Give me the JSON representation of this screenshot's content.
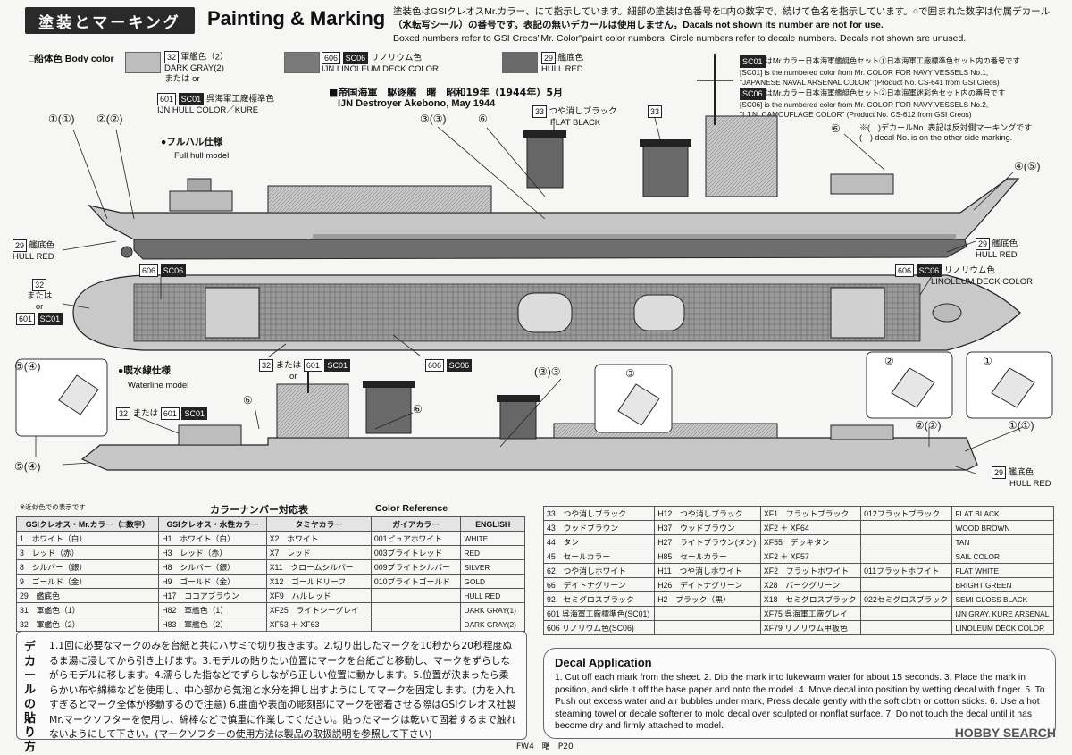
{
  "header": {
    "title_jp": "塗装とマーキング",
    "title_en": "Painting & Marking",
    "note_jp_1": "塗装色はGSIクレオスMr.カラー、にて指示しています。細部の塗装は色番号を□内の数字で、続けて色名を指示しています。○で囲まれた数字は付属デカール",
    "note_jp_2": "（水転写シール）の番号です。表記の無いデカールは使用しません。Dacals not shown its number are not for use.",
    "note_en": "Boxed numbers refer to GSI Creos\"Mr. Color\"paint color numbers. Circle numbers refer to decale numbers. Decals not shown are unused."
  },
  "legend": {
    "body_color": "□船体色 Body color",
    "gray_num": "32",
    "gray_jp": "軍艦色（2）",
    "gray_en": "DARK GRAY(2)",
    "or_jp": "または",
    "or_en": "or",
    "kure_num": "601",
    "kure_sc": "SC01",
    "kure_label": "呉海軍工廠標準色",
    "kure_en": "IJN HULL COLOR／KURE",
    "lino_num": "606",
    "lino_sc": "SC06",
    "lino_jp": "リノリウム色",
    "lino_en": "IJN LINOLEUM DECK COLOR",
    "red_num": "29",
    "red_jp": "艦底色",
    "red_en": "HULL RED",
    "ship_jp": "■帝国海軍　駆逐艦　曙　昭和19年（1944年）5月",
    "ship_en": "IJN Destroyer Akebono, May 1944",
    "sc01_jp": "はMr.カラー日本海軍艦艇色セット①日本海軍工廠標準色セット内の番号です",
    "sc01_en_1": "[SC01] is the numbered color from Mr. COLOR FOR NAVY VESSELS No.1,",
    "sc01_en_2": "\"JAPANESE NAVAL ARSENAL COLOR\" (Product No. CS-641 from GSI Creos)",
    "sc06_jp": "はMr.カラー日本海軍艦艇色セット②日本海軍迷彩色セット内の番号です",
    "sc06_en_1": "[SC06] is the numbered color from Mr. COLOR FOR NAVY VESSELS No.2,",
    "sc06_en_2": "\"I.J.N. CAMOUFLAGE COLOR\" (Product No. CS-612 from GSI Creos)",
    "decal_note_jp": "※(　)デカールNo. 表記は反対側マーキングです",
    "decal_note_en": "(　) decal No. is on the other side marking."
  },
  "drawings": {
    "full_hull_jp": "●フルハル仕様",
    "full_hull_en": "Full hull model",
    "waterline_jp": "●喫水線仕様",
    "waterline_en": "Waterline model",
    "flat_black_num": "33",
    "flat_black_jp": "つや消しブラック",
    "flat_black_en": "FLAT BLACK",
    "decal_1": "①(①)",
    "decal_2": "②(②)",
    "decal_3": "③(③)",
    "decal_6": "⑥",
    "decal_4": "④(⑤)",
    "decal_5": "⑤(④)",
    "decal_3b": "(③)③",
    "decal_2b": "②(②)",
    "decal_1b": "①(①)",
    "red_num": "29",
    "red_jp": "艦底色",
    "red_en": "HULL RED",
    "lino_num": "606",
    "lino_sc": "SC06",
    "lino_jp": "リノリウム色",
    "lino_en": "LINOLEUM DECK COLOR",
    "gray_num": "32",
    "or_jp": "または",
    "or_en": "or",
    "kure_num": "601",
    "kure_sc": "SC01",
    "inset_3": "③",
    "inset_2": "②",
    "inset_1": "①",
    "inset_5": "⑤(④)"
  },
  "left_table": {
    "note": "※近似色での表示です",
    "title_jp": "カラーナンバー対応表",
    "title_en": "Color Reference",
    "headers": [
      "GSIクレオス・Mr.カラー（□数字）",
      "GSIクレオス・水性カラー",
      "タミヤカラー",
      "ガイアカラー",
      "ENGLISH"
    ],
    "rows": [
      [
        "1　ホワイト（白）",
        "H1　ホワイト（白）",
        "X2　ホワイト",
        "001ピュアホワイト",
        "WHITE"
      ],
      [
        "3　レッド（赤）",
        "H3　レッド（赤）",
        "X7　レッド",
        "003ブライトレッド",
        "RED"
      ],
      [
        "8　シルバー（銀）",
        "H8　シルバー（銀）",
        "X11　クロームシルバー",
        "009ブライトシルバー",
        "SILVER"
      ],
      [
        "9　ゴールド（金）",
        "H9　ゴールド（金）",
        "X12　ゴールドリーフ",
        "010ブライトゴールド",
        "GOLD"
      ],
      [
        "29　艦底色",
        "H17　ココアブラウン",
        "XF9　ハルレッド",
        "",
        "HULL RED"
      ],
      [
        "31　軍艦色（1）",
        "H82　軍艦色（1）",
        "XF25　ライトシーグレイ",
        "",
        "DARK GRAY(1)"
      ],
      [
        "32　軍艦色（2）",
        "H83　軍艦色（2）",
        "XF53 ＋ XF63",
        "",
        "DARK GRAY(2)"
      ]
    ]
  },
  "right_table": {
    "rows": [
      [
        "33　つや消しブラック",
        "H12　つや消しブラック",
        "XF1　フラットブラック",
        "012フラットブラック",
        "FLAT BLACK"
      ],
      [
        "43　ウッドブラウン",
        "H37　ウッドブラウン",
        "XF2 ＋ XF64",
        "",
        "WOOD BROWN"
      ],
      [
        "44　タン",
        "H27　ライトブラウン(タン)",
        "XF55　デッキタン",
        "",
        "TAN"
      ],
      [
        "45　セールカラー",
        "H85　セールカラー",
        "XF2 ＋ XF57",
        "",
        "SAIL COLOR"
      ],
      [
        "62　つや消しホワイト",
        "H11　つや消しホワイト",
        "XF2　フラットホワイト",
        "011フラットホワイト",
        "FLAT WHITE"
      ],
      [
        "66　デイトナグリーン",
        "H26　デイトナグリーン",
        "X28　パークグリーン",
        "",
        "BRIGHT GREEN"
      ],
      [
        "92　セミグロスブラック",
        "H2　ブラック（黒）",
        "X18　セミグロスブラック",
        "022セミグロスブラック",
        "SEMI GLOSS BLACK"
      ],
      [
        "601 呉海軍工廠標準色(SC01)",
        "",
        "XF75 呉海軍工廠グレイ",
        "",
        "IJN GRAY, KURE ARSENAL"
      ],
      [
        "606 リノリウム色(SC06)",
        "",
        "XF79 リノリウム甲板色",
        "",
        "LINOLEUM DECK COLOR"
      ]
    ]
  },
  "decal_jp": {
    "title": "デカールの貼り方",
    "text": "1.1回に必要なマークのみを台紙と共にハサミで切り抜きます。2.切り出したマークを10秒から20秒程度ぬるま湯に浸してから引き上げます。3.モデルの貼りたい位置にマークを台紙ごと移動し、マークをずらしながらモデルに移します。4.濡らした指などでずらしながら正しい位置に動かします。5.位置が決まったら柔らかい布や綿棒などを使用し、中心部から気泡と水分を押し出すようにしてマークを固定します。(力を入れすぎるとマーク全体が移動するので注意) 6.曲面や表面の彫刻部にマークを密着させる際はGSIクレオス社製Mr.マークソフターを使用し、綿棒などで慎重に作業してください。貼ったマークは乾いて固着するまで触れないようにして下さい。(マークソフターの使用方法は製品の取扱説明を参照して下さい)"
  },
  "decal_en": {
    "title": "Decal Application",
    "text": "1. Cut off each mark from the sheet. 2. Dip the mark into lukewarm water for about 15 seconds. 3. Place the mark in position, and slide it off the base paper and onto the model. 4. Move decal into position by wetting decal with finger. 5. To Push out excess water and air bubbles under mark, Press decale gently with the soft cloth or cotton sticks. 6. Use a hot steaming towel or decale softener to mold decal over sculpted or nonflat surface. 7. Do not touch the decal  until it has become dry and firmly attached to model."
  },
  "footer": {
    "code": "FW4　曙　P20",
    "watermark": "HOBBY SEARCH"
  },
  "colors": {
    "hull_gray": "#bdbdbd",
    "linoleum": "#7a7a7a",
    "hull_red": "#6a6a6a",
    "deck_pattern": "#8c8c8c"
  }
}
